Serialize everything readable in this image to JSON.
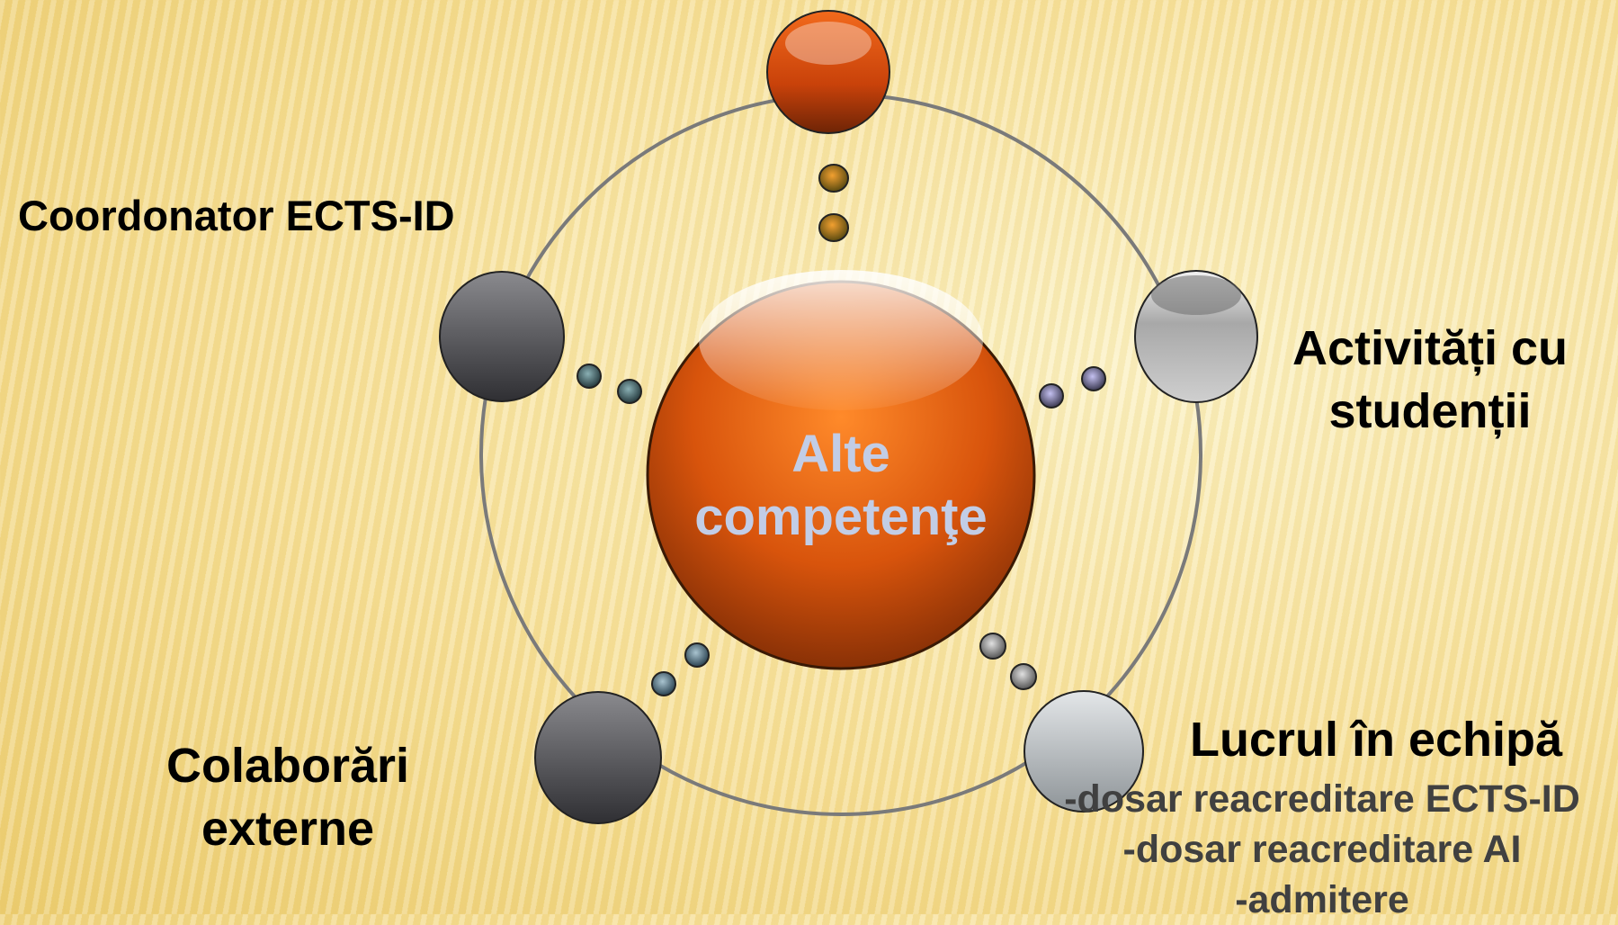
{
  "diagram": {
    "center_label_line1": "Alte",
    "center_label_line2": "competenţe",
    "nodes": {
      "coordonator": "Coordonator ECTS-ID",
      "activitati_line1": "Activități cu",
      "activitati_line2": "studenții",
      "colaborari_line1": "Colaborări",
      "colaborari_line2": "externe",
      "lucrul": "Lucrul în echipă"
    },
    "lucrul_items": [
      "-dosar reacreditare ECTS-ID",
      "-dosar reacreditare AI",
      "-admitere"
    ]
  },
  "colors": {
    "center_orange": "#e4590c",
    "top_node_orange": "#d9470c",
    "ring_gray": "#7a7a7a",
    "center_text": "#c2cde6"
  }
}
